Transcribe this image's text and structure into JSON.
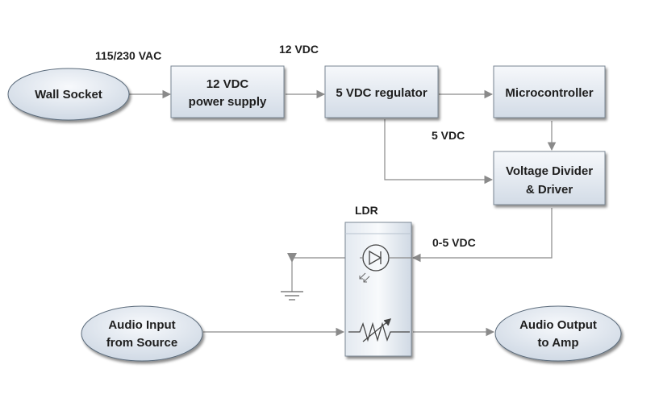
{
  "diagram": {
    "nodes": {
      "wall_socket": "Wall Socket",
      "power_supply_line1": "12 VDC",
      "power_supply_line2": "power supply",
      "regulator": "5 VDC regulator",
      "microcontroller": "Microcontroller",
      "divider_line1": "Voltage Divider",
      "divider_line2": "& Driver",
      "audio_in_line1": "Audio Input",
      "audio_in_line2": "from Source",
      "audio_out_line1": "Audio Output",
      "audio_out_line2": "to Amp",
      "ldr": "LDR"
    },
    "labels": {
      "ac_input": "115/230 VAC",
      "supply_out": "12 VDC",
      "reg_out": "5 VDC",
      "control": "0-5 VDC"
    },
    "colors": {
      "box_fill_top": "#f4f7fb",
      "box_fill_bottom": "#d4dde8",
      "connector": "#8a8a8a",
      "text": "#1f1f1f"
    }
  }
}
